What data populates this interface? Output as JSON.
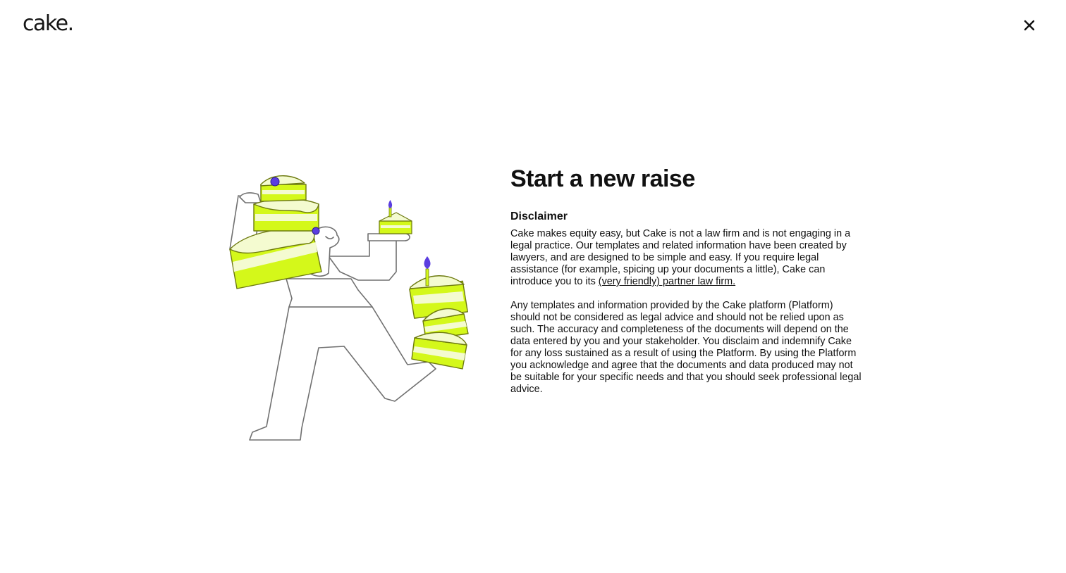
{
  "header": {
    "logo_text": "cake.",
    "close_icon": "close-icon"
  },
  "main": {
    "title": "Start a new raise",
    "disclaimer_heading": "Disclaimer",
    "paragraph_1_text": "Cake makes equity easy, but Cake is not a law firm and is not engaging in a legal practice. Our templates and related information have been created by lawyers, and are designed to be simple and easy. If you require legal assistance (for example, spicing up your documents a little), Cake can introduce you to its ",
    "paragraph_1_link": "(very friendly) partner law firm.",
    "paragraph_2_text": "Any templates and information provided by the Cake platform (Platform) should not be considered as legal advice and should not be relied upon as such. The accuracy and completeness of the documents will depend on the data entered by you and your stakeholder. You disclaim and indemnify Cake for any loss sustained as a result of using the Platform. By using the Platform you acknowledge and agree that the documents and data produced may not be suitable for your specific needs and that you should seek professional legal advice."
  },
  "colors": {
    "accent_lime": "#d4f81a",
    "cream": "#f4fbd0",
    "candle_purple": "#5b3ee0",
    "outline": "#6a6a6a",
    "text": "#111111"
  }
}
